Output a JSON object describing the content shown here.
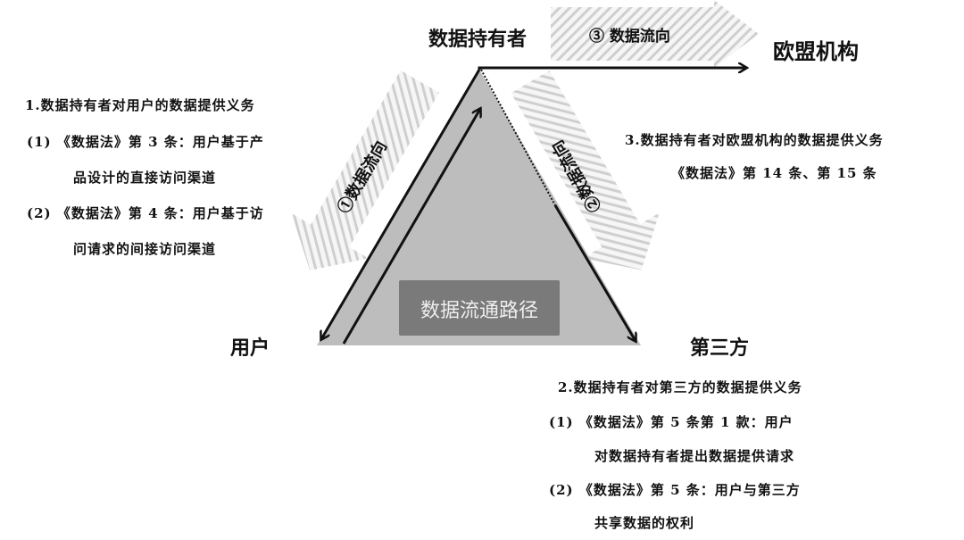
{
  "nodes": {
    "holder": "数据持有者",
    "eu": "欧盟机构",
    "user": "用户",
    "third": "第三方"
  },
  "center_label": "数据流通路径",
  "flows": {
    "f1": "①数据流向",
    "f2": "②数据流向",
    "f3": "③  数据流向"
  },
  "block1": {
    "title": "1.数据持有者对用户的数据提供义务",
    "items": [
      "(1)  《数据法》第 3 条：用户基于产",
      "品设计的直接访问渠道",
      "(2)  《数据法》第 4 条：用户基于访",
      "问请求的间接访问渠道"
    ]
  },
  "block2": {
    "title": "2.数据持有者对第三方的数据提供义务",
    "items": [
      "(1)   《数据法》第 5 条第 1 款：用户",
      "对数据持有者提出数据提供请求",
      "(2) 《数据法》第 5 条：用户与第三方",
      "共享数据的权利"
    ]
  },
  "block3": {
    "title": "3.数据持有者对欧盟机构的数据提供义务",
    "sub": "《数据法》第 14 条、第 15 条"
  },
  "colors": {
    "triangle": "#bdbdbd",
    "label_box": "#7a7a7a",
    "hatch": "#d0d0d0"
  }
}
